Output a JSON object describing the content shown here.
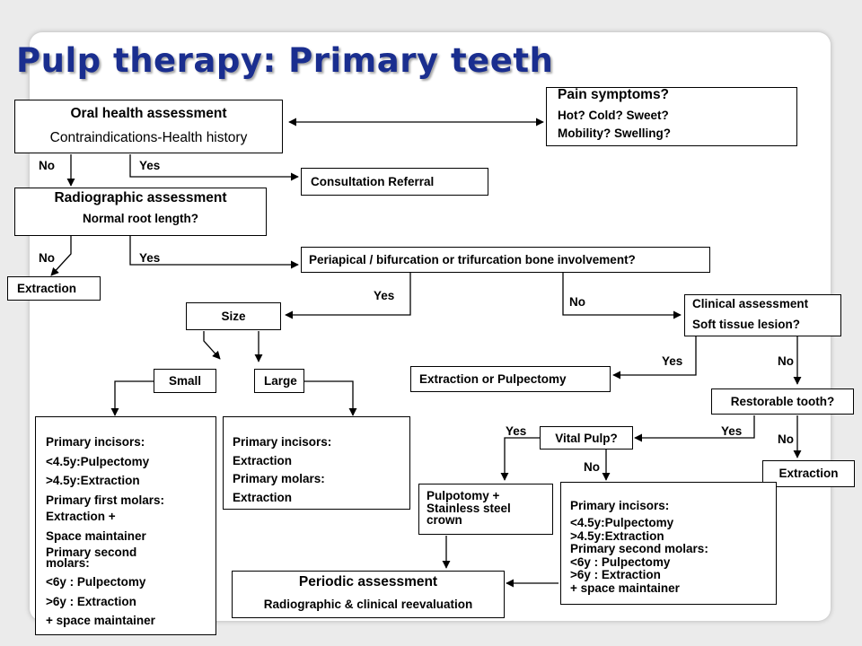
{
  "title": "Pulp therapy: Primary teeth",
  "boxes": {
    "oral": {
      "line1": "Oral health assessment",
      "line2": "Contraindications-Health history"
    },
    "pain": {
      "line1": "Pain symptoms?",
      "line2": "Hot? Cold? Sweet?",
      "line3": "Mobility? Swelling?"
    },
    "consult": {
      "line1": "Consultation Referral"
    },
    "radio": {
      "line1": "Radiographic assessment",
      "line2": "Normal root length?"
    },
    "extraction1": {
      "line1": "Extraction"
    },
    "periapical": {
      "line1": "Periapical / bifurcation or trifurcation bone involvement?"
    },
    "size": {
      "line1": "Size"
    },
    "clinical": {
      "line1": "Clinical assessment",
      "line2": "Soft tissue lesion?"
    },
    "small": {
      "line1": "Small"
    },
    "large": {
      "line1": "Large"
    },
    "extpulp": {
      "line1": "Extraction or Pulpectomy"
    },
    "restorable": {
      "line1": "Restorable tooth?"
    },
    "vital": {
      "line1": "Vital Pulp?"
    },
    "extraction2": {
      "line1": "Extraction"
    },
    "smallbox": {
      "lines": [
        "Primary incisors:",
        "<4.5y:Pulpectomy",
        ">4.5y:Extraction",
        "Primary first molars:",
        "Extraction +",
        "Space maintainer",
        "Primary second",
        "molars:",
        "<6y : Pulpectomy",
        ">6y : Extraction",
        "+ space maintainer"
      ]
    },
    "largebox": {
      "lines": [
        "Primary incisors:",
        "Extraction",
        "Primary molars:",
        "Extraction"
      ]
    },
    "pulpotomy": {
      "lines": [
        "Pulpotomy +",
        "Stainless steel",
        "crown"
      ]
    },
    "nonvital": {
      "lines": [
        "Primary incisors:",
        "<4.5y:Pulpectomy",
        ">4.5y:Extraction",
        "Primary second molars:",
        "<6y : Pulpectomy",
        ">6y : Extraction",
        "+ space maintainer"
      ]
    },
    "periodic": {
      "line1": "Periodic assessment",
      "line2": "Radiographic & clinical reevaluation"
    }
  },
  "labels": {
    "no_oral": "No",
    "yes_oral": "Yes",
    "no_radio": "No",
    "yes_radio": "Yes",
    "yes_periapical": "Yes",
    "no_periapical": "No",
    "yes_clinical": "Yes",
    "no_clinical": "No",
    "yes_restorable": "Yes",
    "no_restorable": "No",
    "yes_vital": "Yes",
    "no_vital": "No"
  }
}
